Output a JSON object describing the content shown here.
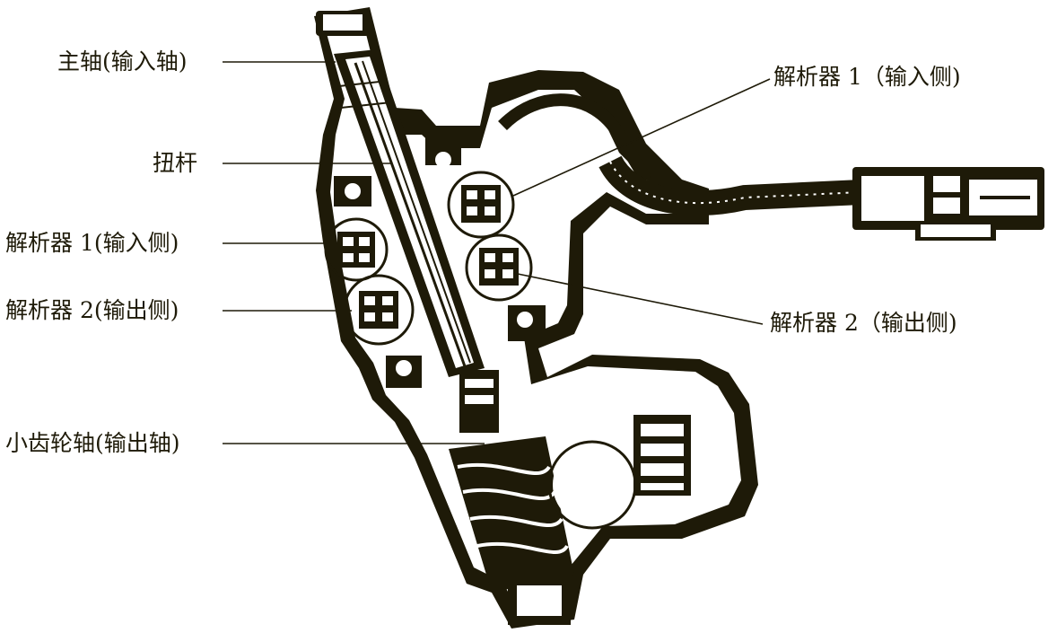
{
  "labels": {
    "main_shaft": "主轴(输入轴)",
    "torsion_bar": "扭杆",
    "resolver1_left": "解析器 1(输入侧)",
    "resolver2_left": "解析器 2(输出侧)",
    "pinion_shaft": "小齿轮轴(输出轴)",
    "resolver1_right": "解析器 1（输入侧)",
    "resolver2_right": "解析器 2（输出侧)"
  },
  "colors": {
    "ink": "#1e1a08",
    "paper": "#ffffff"
  }
}
